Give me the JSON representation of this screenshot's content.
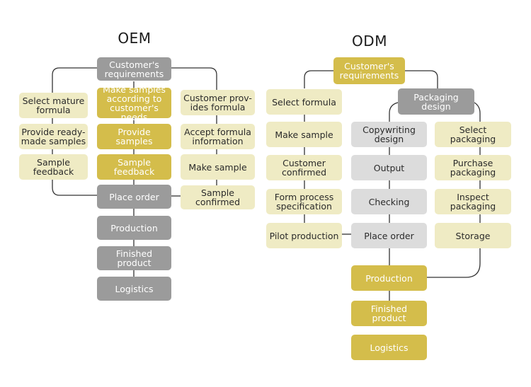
{
  "oem": {
    "title": "OEM",
    "top": "Customer's\nrequirements",
    "left_column": [
      "Select mature\nformula",
      "Provide ready-\nmade samples",
      "Sample\nfeedback"
    ],
    "center_column": [
      "Make samples\naccording to\ncustomer's needs",
      "Provide samples",
      "Sample feedback"
    ],
    "right_column": [
      "Customer prov-\nides formula",
      "Accept formula\ninformation",
      "Make sample",
      "Sample\nconfirmed"
    ],
    "main_flow": [
      "Place order",
      "Production",
      "Finished product",
      "Logistics"
    ]
  },
  "odm": {
    "title": "ODM",
    "top": "Customer's\nrequirements",
    "left_column": [
      "Select formula",
      "Make sample",
      "Customer\nconfirmed",
      "Form process\nspecification",
      "Pilot production"
    ],
    "packaging": "Packaging design",
    "packaging_left": [
      "Copywriting\ndesign",
      "Output",
      "Checking",
      "Place order"
    ],
    "packaging_right": [
      "Select packaging",
      "Purchase\npackaging",
      "Inspect\npackaging",
      "Storage"
    ],
    "main_flow": [
      "Production",
      "Finished product",
      "Logistics"
    ]
  },
  "colors": {
    "gray": "#9b9b9b",
    "gold": "#d4bd4b",
    "cream": "#efebc4",
    "light_gray": "#dcdcdc"
  }
}
